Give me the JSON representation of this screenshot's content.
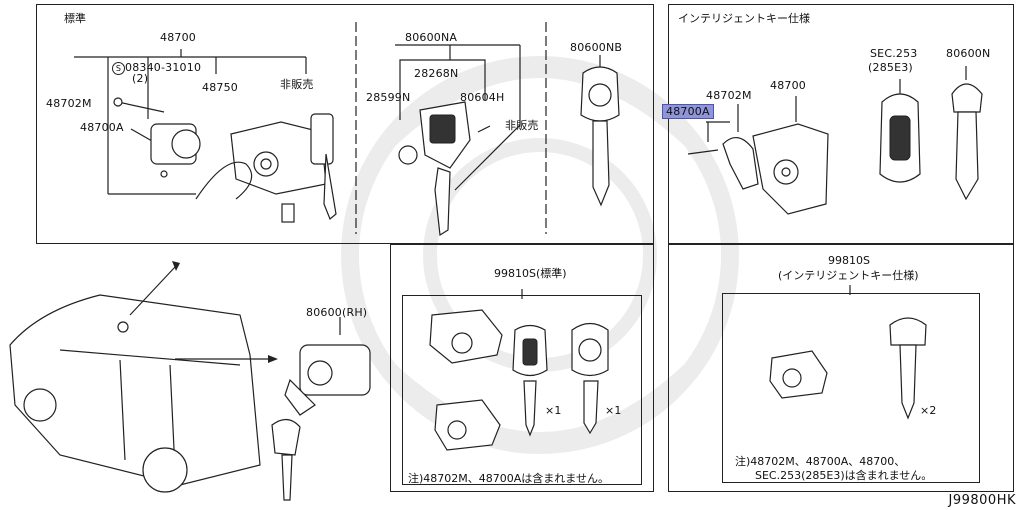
{
  "panels": {
    "standard": {
      "title": "標準",
      "labels": {
        "p48700": "48700",
        "s08340": "08340-31010",
        "s08340_qty": "(2)",
        "p48750": "48750",
        "p48702M": "48702M",
        "p48700A": "48700A",
        "not_sold": "非販売"
      }
    },
    "remote": {
      "labels": {
        "p80600NA": "80600NA",
        "p28268N": "28268N",
        "p28599N": "28599N",
        "p80604H": "80604H",
        "not_sold": "非販売"
      }
    },
    "key": {
      "labels": {
        "p80600NB": "80600NB"
      }
    },
    "intelligent": {
      "title": "インテリジェントキー仕様",
      "labels": {
        "p48702M": "48702M",
        "p48700": "48700",
        "p48700A": "48700A",
        "sec253": "SEC.253",
        "sec253_sub": "(285E3)",
        "p80600N": "80600N"
      }
    },
    "vehicle": {
      "labels": {
        "p80600RH": "80600(RH)"
      }
    },
    "kit_standard": {
      "title": "99810S(標準)",
      "qty1": "×1",
      "qty2": "×1",
      "note": "注)48702M、48700Aは含まれません。"
    },
    "kit_intelligent": {
      "title": "99810S",
      "subtitle": "(インテリジェントキー仕様)",
      "qty": "×2",
      "note_line1": "注)48702M、48700A、48700、",
      "note_line2": "SEC.253(285E3)は含まれません。"
    }
  },
  "footer": {
    "code": "J99800HK"
  },
  "colors": {
    "highlight": "#8f95d6",
    "line": "#222222"
  }
}
